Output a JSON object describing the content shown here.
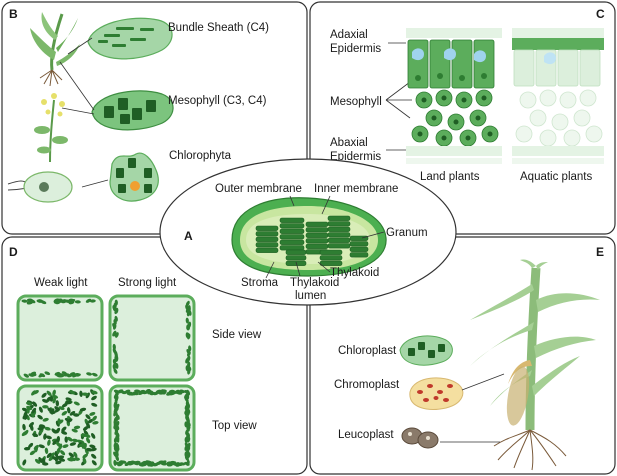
{
  "panels": {
    "A": {
      "letter": "A",
      "labels": {
        "outer_membrane": "Outer membrane",
        "inner_membrane": "Inner membrane",
        "granum": "Granum",
        "stroma": "Stroma",
        "thylakoid": "Thylakoid",
        "thylakoid_lumen_1": "Thylakoid",
        "thylakoid_lumen_2": "lumen"
      }
    },
    "B": {
      "letter": "B",
      "labels": {
        "bundle_sheath": "Bundle Sheath (C4)",
        "mesophyll": "Mesophyll (C3, C4)",
        "chlorophyta": "Chlorophyta"
      }
    },
    "C": {
      "letter": "C",
      "labels": {
        "adaxial_1": "Adaxial",
        "adaxial_2": "Epidermis",
        "mesophyll": "Mesophyll",
        "abaxial_1": "Abaxial",
        "abaxial_2": "Epidermis",
        "land_plants": "Land plants",
        "aquatic_plants": "Aquatic plants"
      }
    },
    "D": {
      "letter": "D",
      "labels": {
        "weak_light": "Weak light",
        "strong_light": "Strong light",
        "side_view": "Side view",
        "top_view": "Top view"
      }
    },
    "E": {
      "letter": "E",
      "labels": {
        "chloroplast": "Chloroplast",
        "chromoplast": "Chromoplast",
        "leucoplast": "Leucoplast"
      }
    }
  },
  "colors": {
    "dark_green": "#2e7d32",
    "mid_green": "#5cad5c",
    "light_green": "#a5d6a7",
    "pale_green": "#dcefdc",
    "blue": "#9fd3ee",
    "chromoplast_fill": "#f4dfa0",
    "chromoplast_dot": "#c0392b",
    "leucoplast_fill": "#8a7a6a",
    "root": "#7a5a3a"
  }
}
